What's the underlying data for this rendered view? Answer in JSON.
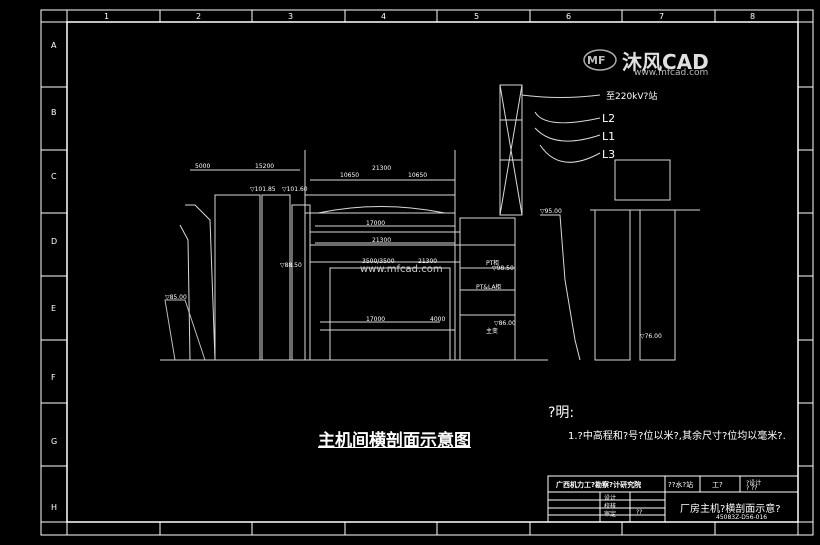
{
  "sheet": {
    "frame_color": "#ffffff",
    "line_color": "#cfcfcf",
    "background": "#000000",
    "columns": [
      "1",
      "2",
      "3",
      "4",
      "5",
      "6",
      "7",
      "8"
    ],
    "rows": [
      "A",
      "B",
      "C",
      "D",
      "E",
      "F",
      "G",
      "H"
    ]
  },
  "logo": {
    "brand": "沐风CAD",
    "url": "www.mfcad.com",
    "icon": "mf-logo-icon"
  },
  "watermark": "www.mfcad.com",
  "drawing_title": "主机间横剖面示意图",
  "notes": {
    "heading": "?明:",
    "line1": "1.?中高程和?号?位以米?,其余尺寸?位均以毫米?."
  },
  "dimensions": {
    "d5000": "5000",
    "d15200": "15200",
    "d10650a": "10650",
    "d21300a": "21300",
    "d10650b": "10650",
    "d17000a": "17000",
    "d21300b": "21300",
    "d17000b": "17000",
    "d4000": "4000",
    "d3500": "3500/3500",
    "d21300c": "21300"
  },
  "elevations": {
    "e10185": "▽101.85",
    "e10160": "▽101.60",
    "e9500": "▽95.00",
    "e9850": "▽98.50",
    "e8500": "▽85.00",
    "e7600": "▽76.00",
    "e8850": "▽88.50",
    "e8600": "▽86.00"
  },
  "line_labels": {
    "to_220kv": "至220kV?站",
    "l2": "L2",
    "l1": "L1",
    "l3": "L3"
  },
  "room_labels": {
    "r1": "PT柜",
    "r2": "PT&LA柜",
    "r3": "主变"
  },
  "title_block": {
    "institute": "广西机力工?勘察?计研究院",
    "project": "??水?站",
    "stage": "工?",
    "design_stage": "?设计",
    "drawing_name": "厂房主机?横剖面示意?",
    "drawing_no": "45083Z-D56-016",
    "row_design": "设计",
    "row_check": "校核",
    "row_approve": "审定",
    "scale": "? ??",
    "date": "??"
  }
}
